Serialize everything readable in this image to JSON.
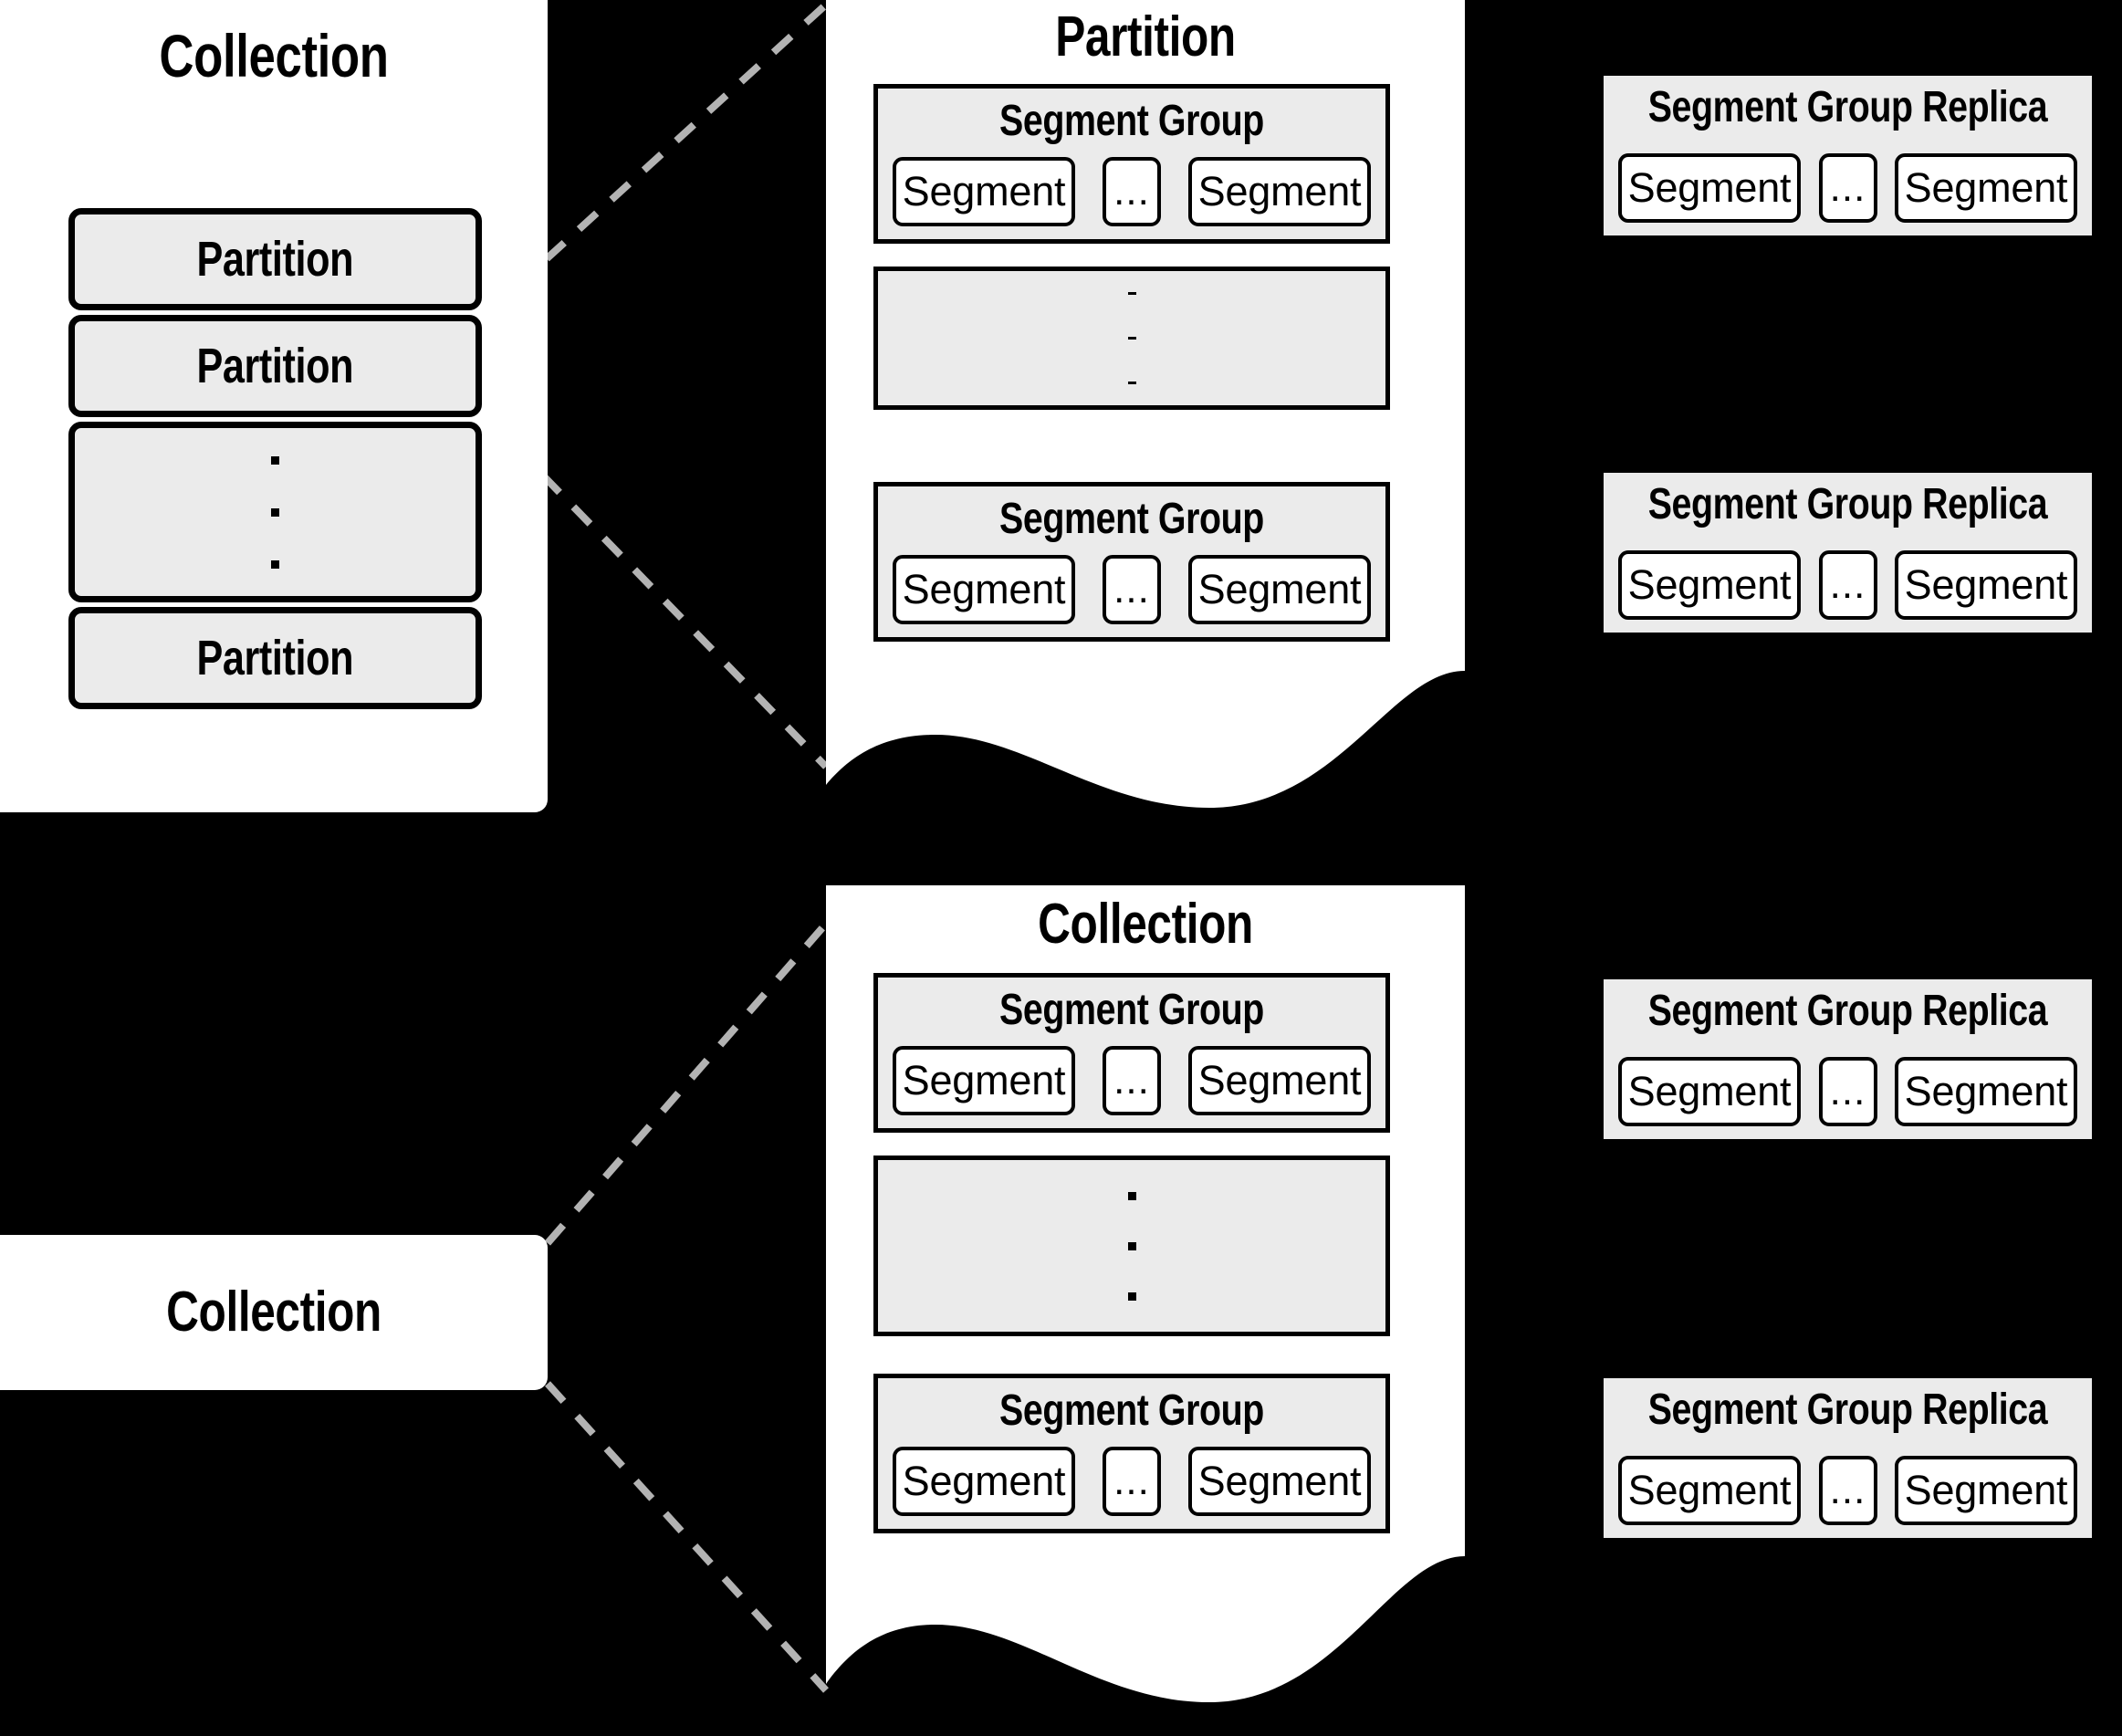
{
  "colors": {
    "background": "#000000",
    "paper": "#ffffff",
    "fill_gray": "#ebebeb",
    "stroke": "#000000",
    "connector_dash": "#b3b3b3"
  },
  "left_collection_panel": {
    "title": "Collection",
    "partitions": [
      {
        "label": "Partition"
      },
      {
        "label": "Partition"
      },
      {
        "label": "",
        "is_ellipsis": true
      },
      {
        "label": "Partition"
      }
    ]
  },
  "partition_panel": {
    "title": "Partition",
    "segment_groups": [
      {
        "title": "Segment Group",
        "segments": [
          "Segment",
          "...",
          "Segment"
        ]
      },
      {
        "title": "",
        "is_ellipsis": true,
        "segments": []
      },
      {
        "title": "Segment Group",
        "segments": [
          "Segment",
          "...",
          "Segment"
        ]
      }
    ]
  },
  "partition_replicas": [
    {
      "title": "Segment Group Replica",
      "segments": [
        "Segment",
        "...",
        "Segment"
      ]
    },
    {
      "title": "Segment Group Replica",
      "segments": [
        "Segment",
        "...",
        "Segment"
      ]
    }
  ],
  "bottom_collection_box": {
    "title": "Collection"
  },
  "collection_panel": {
    "title": "Collection",
    "segment_groups": [
      {
        "title": "Segment Group",
        "segments": [
          "Segment",
          "...",
          "Segment"
        ]
      },
      {
        "title": "",
        "is_ellipsis": true,
        "segments": []
      },
      {
        "title": "Segment Group",
        "segments": [
          "Segment",
          "...",
          "Segment"
        ]
      }
    ]
  },
  "collection_replicas": [
    {
      "title": "Segment Group Replica",
      "segments": [
        "Segment",
        "...",
        "Segment"
      ]
    },
    {
      "title": "Segment Group Replica",
      "segments": [
        "Segment",
        "...",
        "Segment"
      ]
    }
  ]
}
